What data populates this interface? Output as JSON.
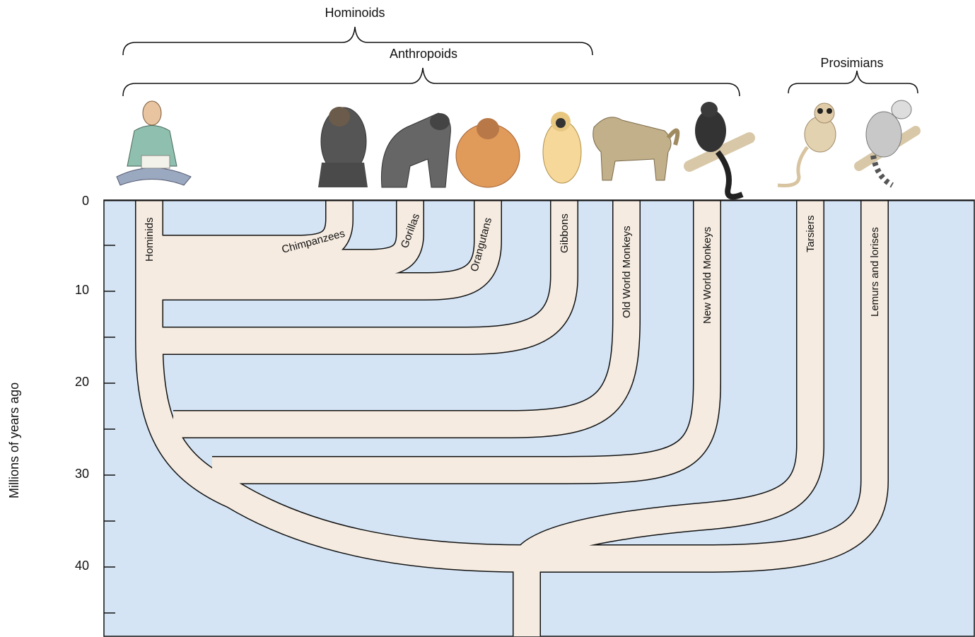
{
  "groups": {
    "hominoids": "Hominoids",
    "anthropoids": "Anthropoids",
    "prosimians": "Prosimians"
  },
  "y_axis": {
    "label": "Millions of years ago",
    "ticks": [
      "0",
      "10",
      "20",
      "30",
      "40"
    ]
  },
  "taxa": {
    "hominids": "Hominids",
    "chimpanzees": "Chimpanzees",
    "gorillas": "Gorillas",
    "orangutans": "Orangutans",
    "gibbons": "Gibbons",
    "old_world_monkeys": "Old World Monkeys",
    "new_world_monkeys": "New World Monkeys",
    "tarsiers": "Tarsiers",
    "lemurs_lorises": "Lemurs and lorises"
  },
  "animal_icons": [
    "human-figure",
    "chimpanzee",
    "gorilla",
    "orangutan",
    "gibbon",
    "baboon",
    "spider-monkey",
    "tarsier",
    "ring-tailed-lemur"
  ],
  "colors": {
    "background": "#d4e4f5",
    "branch": "#f5ebe0",
    "outline": "#111111"
  }
}
